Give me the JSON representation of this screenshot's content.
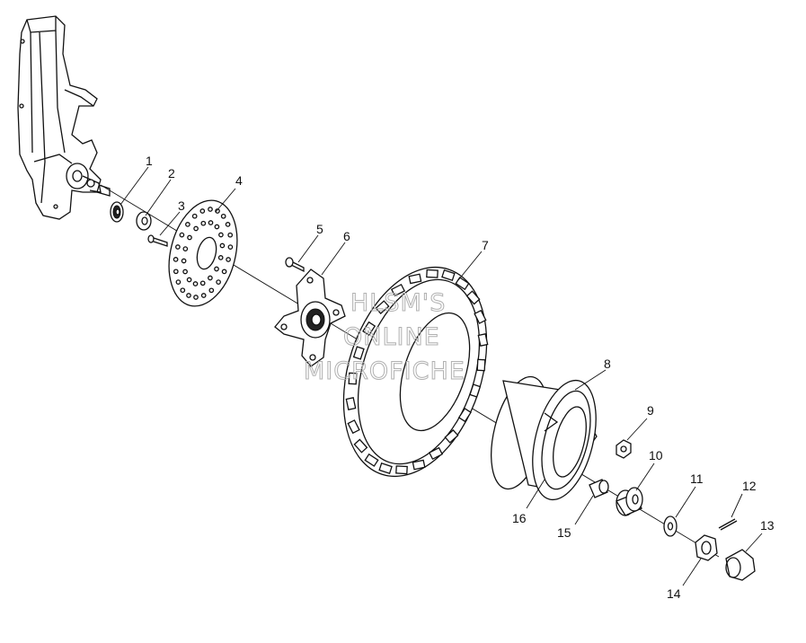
{
  "callouts": {
    "c1": "1",
    "c2": "2",
    "c3": "3",
    "c4": "4",
    "c5": "5",
    "c6": "6",
    "c7": "7",
    "c8": "8",
    "c9": "9",
    "c10": "10",
    "c11": "11",
    "c12": "12",
    "c13": "13",
    "c14": "14",
    "c15": "15",
    "c16": "16"
  },
  "watermark": {
    "line1": "HLSM'S",
    "line2": "ONLINE",
    "line3": "MICROFICHE"
  }
}
